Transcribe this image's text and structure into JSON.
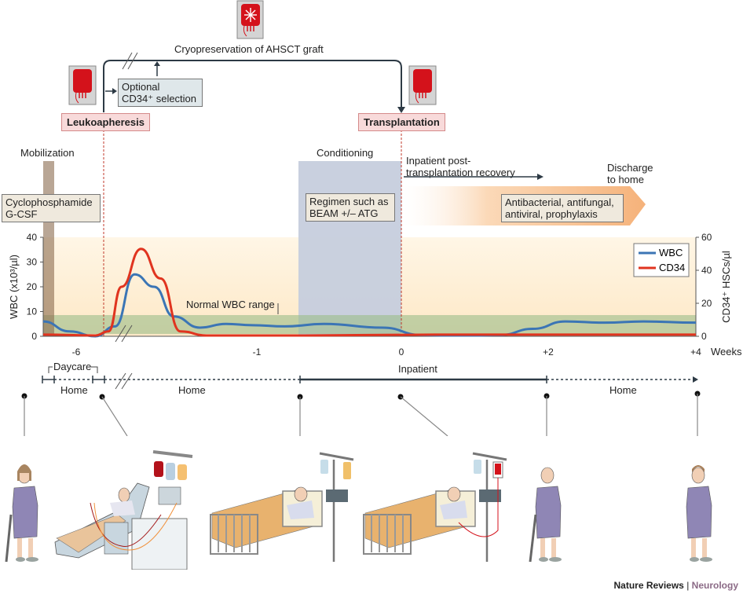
{
  "top": {
    "cryo_label": "Cryopreservation of AHSCT graft",
    "optional_selection": "Optional\nCD34⁺ selection",
    "optional_line1": "Optional",
    "optional_line2": "CD34⁺ selection",
    "leukapheresis_label": "Leukoapheresis",
    "transplantation_label": "Transplantation",
    "icons": [
      "blood-bag-icon",
      "cryo-blood-bag-icon",
      "blood-bag-icon"
    ]
  },
  "phases": {
    "mobilization": "Mobilization",
    "mobilization_box_line1": "Cyclophosphamide",
    "mobilization_box_line2": "G-CSF",
    "conditioning": "Conditioning",
    "conditioning_box_line1": "Regimen such as",
    "conditioning_box_line2": "BEAM +/– ATG",
    "recovery_line1": "Inpatient post-",
    "recovery_line2": "transplantation recovery",
    "discharge_line1": "Discharge",
    "discharge_line2": "to home",
    "prophylaxis_line1": "Antibacterial, antifungal,",
    "prophylaxis_line2": "antiviral, prophylaxis"
  },
  "chart_data": {
    "type": "line",
    "title": "",
    "xlabel": "Weeks",
    "ylabel": "WBC (x10³/µl)",
    "y2label": "CD34⁺ HSCs/µl",
    "x_tick_labels": [
      "-6",
      "-1",
      "0",
      "+2",
      "+4"
    ],
    "x_ticks_weeks": [
      -6,
      -1,
      0,
      2,
      4
    ],
    "x_axis_break": "between -6 and -1",
    "ylim": [
      0,
      40
    ],
    "yticks": [
      0,
      10,
      20,
      30,
      40
    ],
    "y2lim": [
      0,
      60
    ],
    "y2ticks": [
      0,
      20,
      40,
      60
    ],
    "annotation": "Normal WBC range",
    "normal_wbc_range": [
      1,
      9
    ],
    "legend": [
      "WBC",
      "CD34"
    ],
    "legend_position": "top-right",
    "colors": {
      "WBC": "#3b75b5",
      "CD34": "#e0341f"
    },
    "series": [
      {
        "name": "WBC",
        "axis": "left",
        "x": [
          0.0,
          0.04,
          0.08,
          0.11,
          0.14,
          0.17,
          0.2,
          0.24,
          0.28,
          0.32,
          0.37,
          0.43,
          0.52,
          0.58,
          0.62,
          0.66,
          0.7,
          0.75,
          0.8,
          0.86,
          0.92,
          1.0
        ],
        "y": [
          6,
          2,
          0,
          4,
          25,
          20,
          8,
          3.5,
          5,
          4.5,
          4,
          5,
          3.5,
          0.5,
          0.3,
          0.3,
          0.5,
          3,
          6,
          5.5,
          6,
          5.5
        ]
      },
      {
        "name": "CD34",
        "axis": "right",
        "x": [
          0.0,
          0.08,
          0.1,
          0.12,
          0.15,
          0.18,
          0.21,
          0.25,
          0.4,
          0.6,
          0.8,
          1.0
        ],
        "y": [
          1,
          0.5,
          3,
          30,
          53,
          35,
          3,
          0.5,
          0.5,
          1,
          1,
          1
        ]
      }
    ]
  },
  "timeline": {
    "daycare": "Daycare",
    "home1": "Home",
    "home2": "Home",
    "inpatient": "Inpatient",
    "home3": "Home"
  },
  "illustrations": [
    "patient-with-cane-icon",
    "apheresis-chair-icon",
    "hospital-bed-icon",
    "hospital-bed-transfusion-icon",
    "bald-patient-with-cane-icon",
    "recovered-patient-icon"
  ],
  "footer": {
    "journal": "Nature Reviews",
    "separator": " | ",
    "section": "Neurology",
    "section_color": "#8b6a86"
  }
}
